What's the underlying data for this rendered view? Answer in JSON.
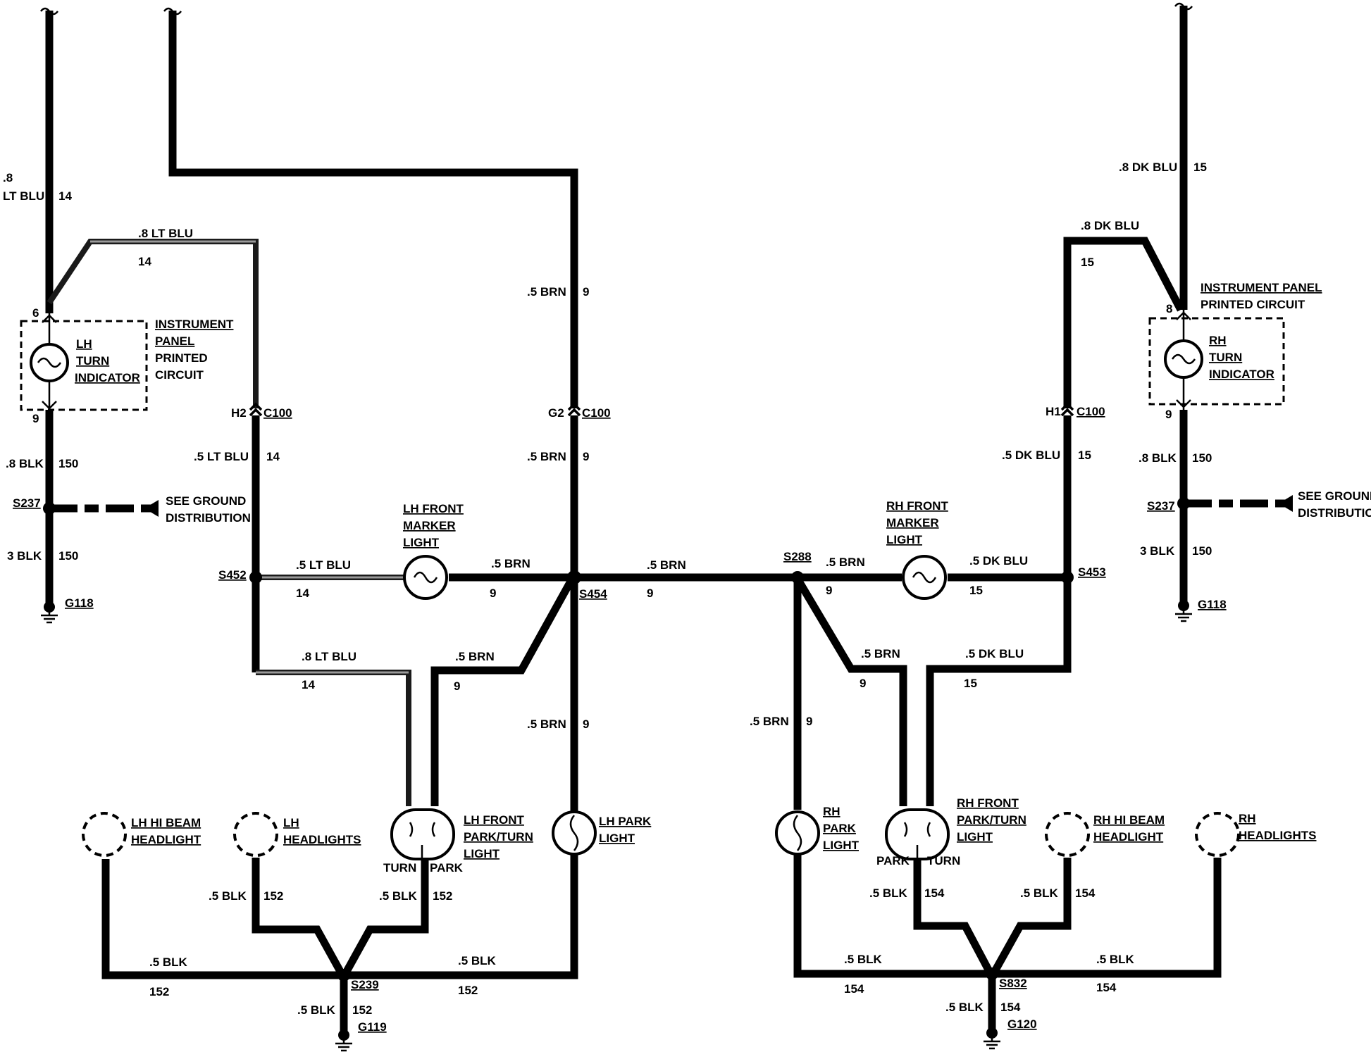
{
  "wires": {
    "lh_turn_in_gauge": ".8",
    "lh_turn_in_color": "LT BLU",
    "lh_turn_in_circuit": "14",
    "lt_blu_top_gauge": ".8 LT BLU",
    "lt_blu_top_circuit": "14",
    "lh_turn_out_pin": "9",
    "lh_turn_in_pin": "6",
    "lh_ground_upper": ".8 BLK",
    "lh_ground_upper_circuit": "150",
    "lh_ground_lower": "3 BLK",
    "lh_ground_lower_circuit": "150",
    "c100_h2_lower": ".5 LT BLU",
    "c100_h2_lower_circuit": "14",
    "brn_upper": ".5 BRN",
    "brn_upper_circuit": "9",
    "brn_mid": ".5 BRN",
    "brn_mid_circuit": "9",
    "lh_marker_left": ".5 LT BLU",
    "lh_marker_left_circuit": "14",
    "lh_marker_right": ".5 BRN",
    "lh_marker_right_circuit": "9",
    "center_brn": ".5 BRN",
    "center_brn_circuit": "9",
    "lh_park_turn_left": ".8 LT BLU",
    "lh_park_turn_left_circuit": "14",
    "lh_park_turn_right": ".5 BRN",
    "lh_park_turn_right_circuit": "9",
    "lh_park_feed": ".5 BRN",
    "lh_park_feed_circuit": "9",
    "rh_turn_in": ".8 DK BLU",
    "rh_turn_in_circuit": "15",
    "dk_blu_top": ".8 DK BLU",
    "dk_blu_top_circuit": "15",
    "rh_turn_in_pin": "8",
    "rh_turn_out_pin": "9",
    "rh_ground_upper": ".8 BLK",
    "rh_ground_upper_circuit": "150",
    "rh_ground_lower": "3 BLK",
    "rh_ground_lower_circuit": "150",
    "c100_h1_lower": ".5 DK BLU",
    "c100_h1_lower_circuit": "15",
    "rh_marker_left": ".5 BRN",
    "rh_marker_left_circuit": "9",
    "rh_marker_right": ".5 DK BLU",
    "rh_marker_right_circuit": "15",
    "rh_park_turn_left": ".5 BRN",
    "rh_park_turn_left_circuit": "9",
    "rh_park_turn_right": ".5 DK BLU",
    "rh_park_turn_right_circuit": "15",
    "rh_park_feed": ".5 BRN",
    "rh_park_feed_circuit": "9",
    "lh_hl_gnd": ".5 BLK",
    "lh_hl_gnd_circuit": "152",
    "lh_pt_gnd": ".5 BLK",
    "lh_pt_gnd_circuit": "152",
    "lh_bus_left": ".5 BLK",
    "lh_bus_left_circuit": "152",
    "lh_bus_right": ".5 BLK",
    "lh_bus_right_circuit": "152",
    "lh_g119_drop": ".5 BLK",
    "lh_g119_drop_circuit": "152",
    "rh_pt_gnd": ".5 BLK",
    "rh_pt_gnd_circuit": "154",
    "rh_hi_gnd": ".5 BLK",
    "rh_hi_gnd_circuit": "154",
    "rh_bus_left": ".5 BLK",
    "rh_bus_left_circuit": "154",
    "rh_bus_right": ".5 BLK",
    "rh_bus_right_circuit": "154",
    "rh_g120_drop": ".5 BLK",
    "rh_g120_drop_circuit": "154"
  },
  "connectors": {
    "c100": "C100",
    "h2": "H2",
    "g2": "G2",
    "h1": "H1"
  },
  "splices": {
    "s237": "S237",
    "s452": "S452",
    "s454": "S454",
    "s288": "S288",
    "s453": "S453",
    "s239": "S239",
    "s832": "S832"
  },
  "grounds": {
    "g118": "G118",
    "g119": "G119",
    "g120": "G120"
  },
  "components": {
    "ip_circuit_left": [
      "INSTRUMENT",
      "PANEL",
      "PRINTED",
      "CIRCUIT"
    ],
    "ip_circuit_right": [
      "INSTRUMENT PANEL",
      "PRINTED CIRCUIT"
    ],
    "lh_turn_indicator": [
      "LH",
      "TURN",
      "INDICATOR"
    ],
    "rh_turn_indicator": [
      "RH",
      "TURN",
      "INDICATOR"
    ],
    "see_ground": [
      "SEE GROUND",
      "DISTRIBUTION"
    ],
    "lh_front_marker": [
      "LH FRONT",
      "MARKER",
      "LIGHT"
    ],
    "rh_front_marker": [
      "RH FRONT",
      "MARKER",
      "LIGHT"
    ],
    "lh_hi_beam": [
      "LH HI BEAM",
      "HEADLIGHT"
    ],
    "lh_headlights": [
      "LH",
      "HEADLIGHTS"
    ],
    "lh_front_park_turn": [
      "LH FRONT",
      "PARK/TURN",
      "LIGHT"
    ],
    "lh_park": [
      "LH PARK",
      "LIGHT"
    ],
    "rh_park": [
      "RH",
      "PARK",
      "LIGHT"
    ],
    "rh_front_park_turn": [
      "RH FRONT",
      "PARK/TURN",
      "LIGHT"
    ],
    "rh_hi_beam": [
      "RH HI BEAM",
      "HEADLIGHT"
    ],
    "rh_headlights": [
      "RH",
      "HEADLIGHTS"
    ],
    "turn": "TURN",
    "park": "PARK"
  }
}
